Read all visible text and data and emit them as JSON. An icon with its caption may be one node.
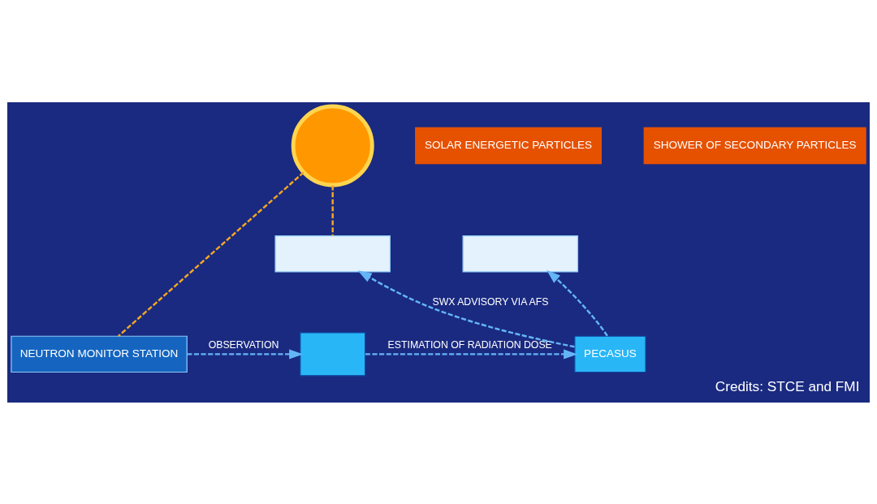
{
  "diagram": {
    "caption": "Credits: STCE and FMI",
    "nodes": [
      {
        "text": [],
        "shape": "circle"
      },
      {
        "text": [],
        "shape": "box"
      },
      {
        "text": [],
        "shape": "box"
      },
      {
        "text": [
          "NEUTRON MONITOR STATION"
        ]
      },
      {
        "text": [],
        "shape": "box"
      },
      {
        "text": [
          "PECASUS"
        ]
      },
      {
        "text": [
          "SOLAR ENERGETIC PARTICLES"
        ]
      },
      {
        "text": [
          "SHOWER OF SECONDARY PARTICLES"
        ]
      }
    ],
    "edges": [
      {
        "from": 0,
        "to": 1,
        "arrow": "none",
        "style": "dashed",
        "color": "#f5a623"
      },
      {
        "from": 0,
        "to": 3,
        "arrow": "none",
        "style": "dashed",
        "color": "#f5a623"
      },
      {
        "from": 3,
        "to": 4,
        "arrow": "to",
        "label": "OBSERVATION",
        "style": "dashed"
      },
      {
        "from": 4,
        "to": 5,
        "arrow": "to",
        "label": "ESTIMATION OF RADIATION DOSE",
        "style": "dashed"
      },
      {
        "from": 5,
        "to": 1,
        "arrow": "to",
        "label": "SWX ADVISORY VIA AFS",
        "style": "dashed"
      },
      {
        "from": 5,
        "to": 2,
        "arrow": "to",
        "style": "dashed"
      }
    ]
  }
}
